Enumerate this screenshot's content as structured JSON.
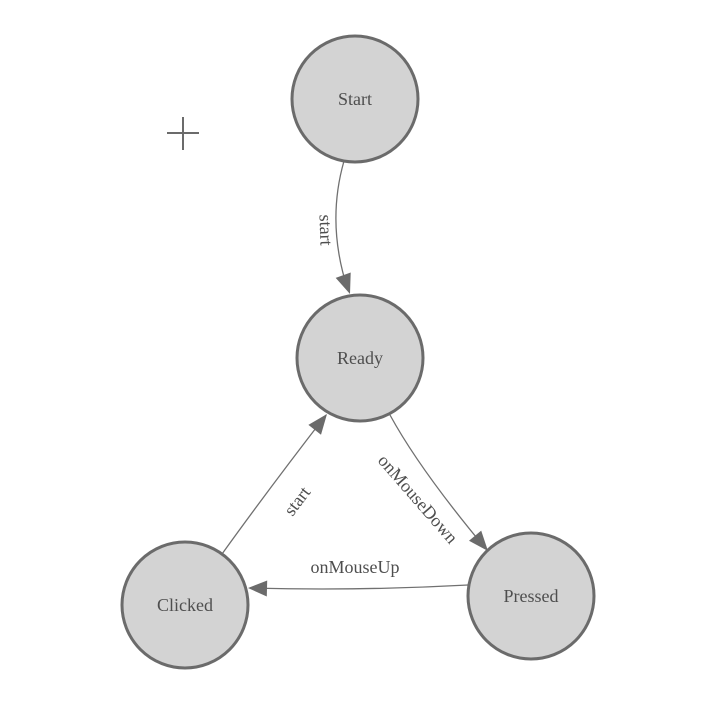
{
  "diagram": {
    "type": "state-machine",
    "nodes": [
      {
        "id": "start",
        "label": "Start"
      },
      {
        "id": "ready",
        "label": "Ready"
      },
      {
        "id": "clicked",
        "label": "Clicked"
      },
      {
        "id": "pressed",
        "label": "Pressed"
      }
    ],
    "edges": [
      {
        "from": "start",
        "to": "ready",
        "label": "start"
      },
      {
        "from": "ready",
        "to": "pressed",
        "label": "onMouseDown"
      },
      {
        "from": "pressed",
        "to": "clicked",
        "label": "onMouseUp"
      },
      {
        "from": "clicked",
        "to": "ready",
        "label": "start"
      }
    ],
    "colors": {
      "background": "#ffffff",
      "node_fill": "#d3d3d3",
      "node_stroke": "#6b6b6b",
      "edge_stroke": "#707070",
      "label_text": "#4e4e4e"
    },
    "cursor": {
      "type": "crosshair"
    }
  }
}
